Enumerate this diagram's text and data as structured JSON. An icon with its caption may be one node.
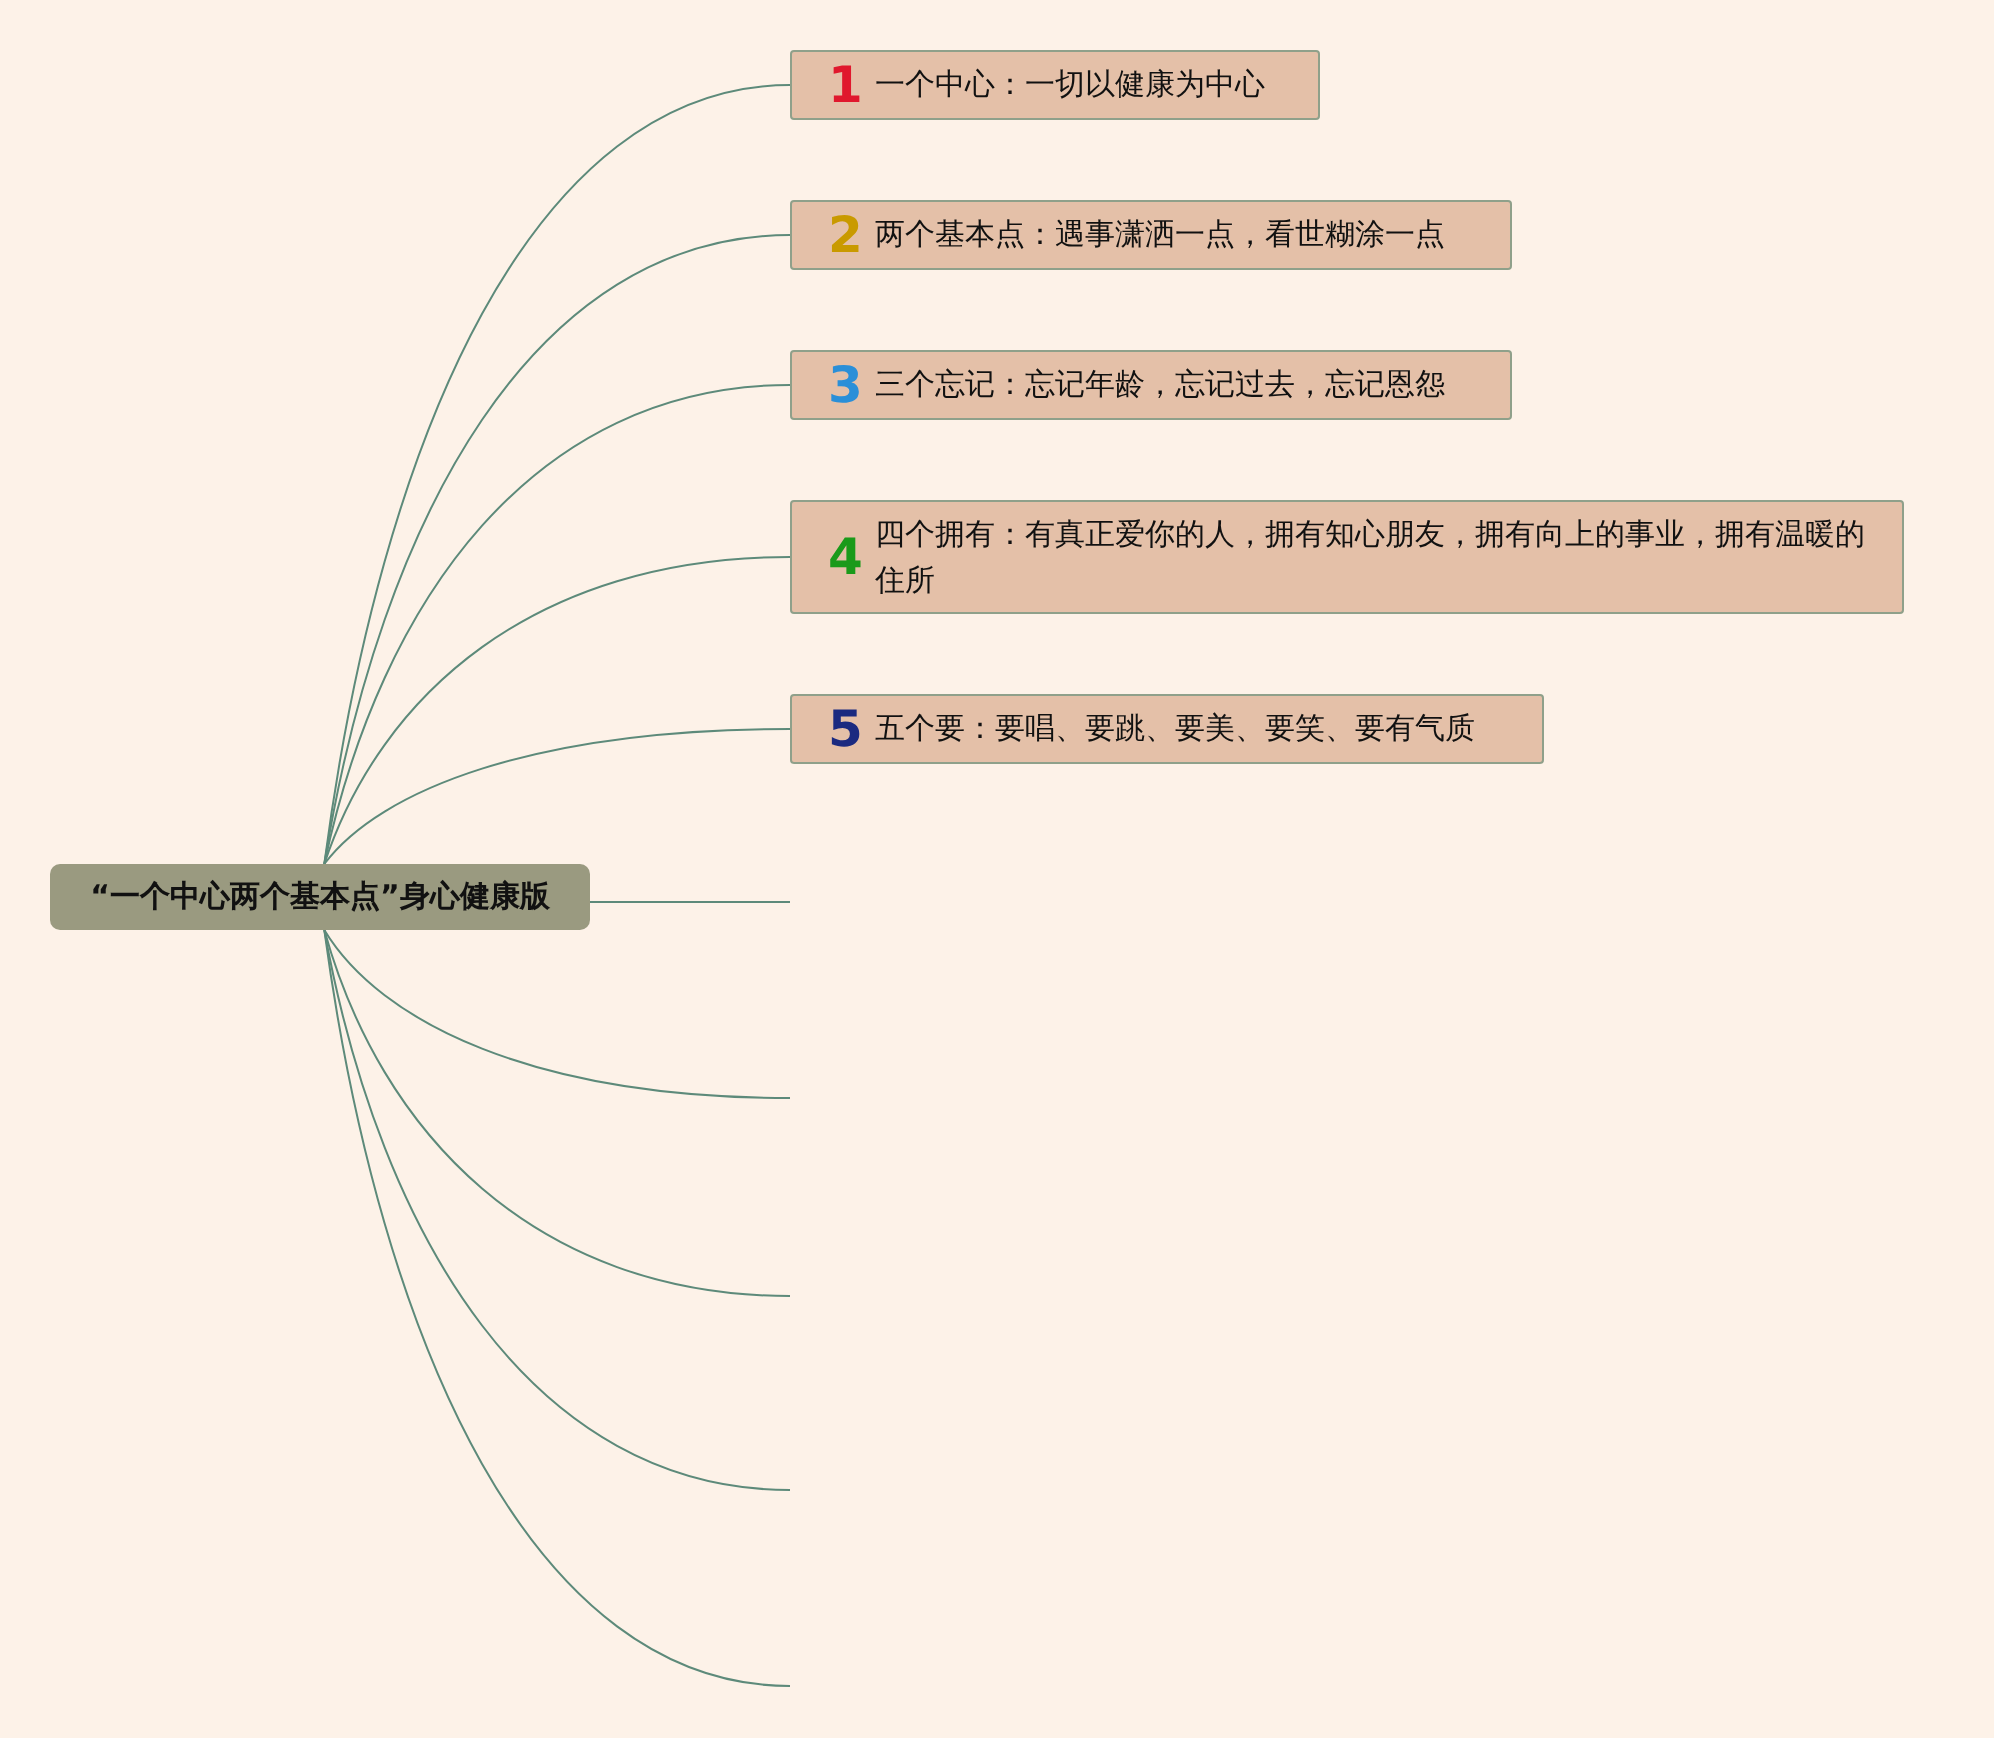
{
  "diagram": {
    "nodes": [
      {
        "text": [
          "“一个中心两个基本点”身心健康版"
        ]
      },
      {
        "text": [
          "1",
          "一个中心：一切以健康为中心"
        ]
      },
      {
        "text": [
          "2",
          "两个基本点：遇事潇洒一点，看世糊涂一点"
        ]
      },
      {
        "text": [
          "3",
          "三个忘记：忘记年龄，忘记过去，忘记恩怨"
        ]
      },
      {
        "text": [
          "4",
          "四个拥有：有真正爱你的人，拥有知心朋友，拥有向上的事业，拥有温暖的住所"
        ]
      },
      {
        "text": [
          "5",
          "五个要：要唱、要跳、要美、要笑、要有气质"
        ]
      }
    ],
    "edges": [
      {
        "from": 0,
        "to": 1,
        "arrow": "none"
      },
      {
        "from": 0,
        "to": 2,
        "arrow": "none"
      },
      {
        "from": 0,
        "to": 3,
        "arrow": "none"
      },
      {
        "from": 0,
        "to": 4,
        "arrow": "none"
      },
      {
        "from": 0,
        "to": 5,
        "arrow": "none"
      },
      {
        "from": 0,
        "to": null,
        "arrow": "none"
      },
      {
        "from": 0,
        "to": null,
        "arrow": "none"
      },
      {
        "from": 0,
        "to": null,
        "arrow": "none"
      },
      {
        "from": 0,
        "to": null,
        "arrow": "none"
      },
      {
        "from": 0,
        "to": null,
        "arrow": "none"
      }
    ]
  }
}
